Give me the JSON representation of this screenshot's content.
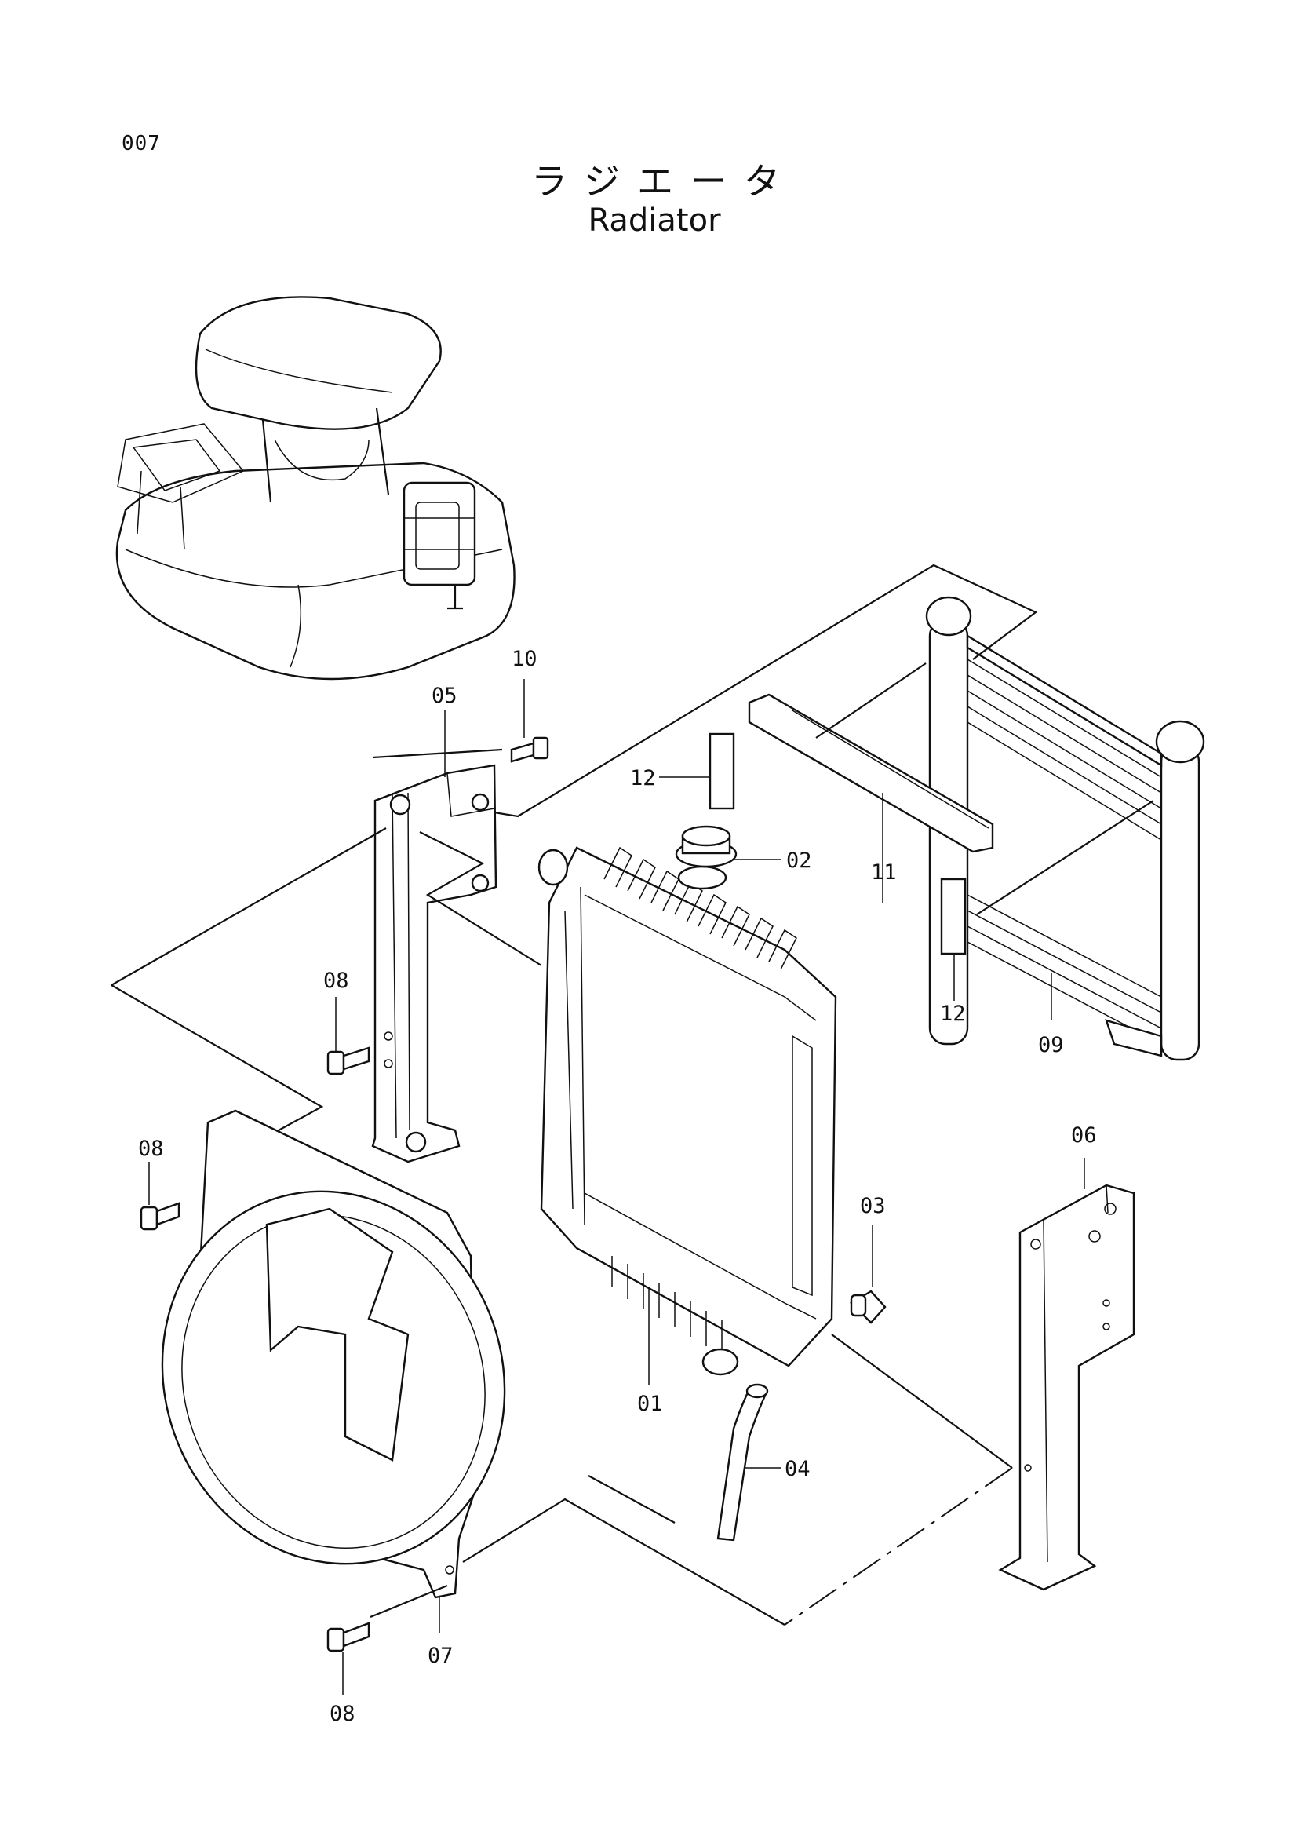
{
  "page_number": "007",
  "title_jp": "ラジエータ",
  "title_en": "Radiator",
  "callouts": {
    "c01": "01",
    "c02": "02",
    "c03": "03",
    "c04": "04",
    "c05": "05",
    "c06": "06",
    "c07": "07",
    "c08a": "08",
    "c08b": "08",
    "c08c": "08",
    "c09": "09",
    "c10": "10",
    "c11": "11",
    "c12a": "12",
    "c12b": "12"
  }
}
